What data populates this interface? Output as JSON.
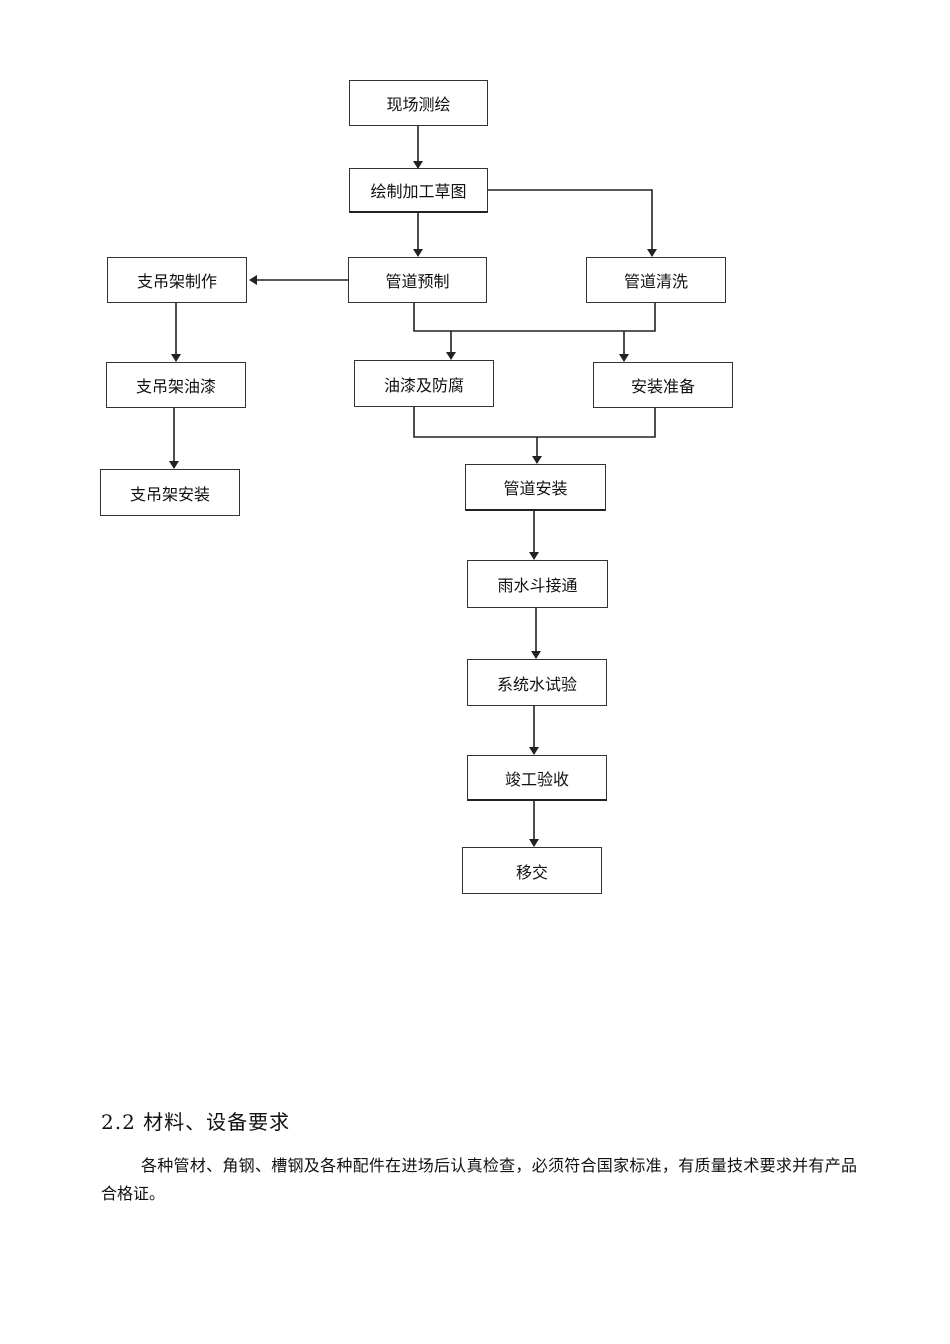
{
  "flowchart": {
    "nodes": {
      "survey": "现场测绘",
      "drafting": "绘制加工草图",
      "pipe_prefab": "管道预制",
      "pipe_clean": "管道清洗",
      "support_make": "支吊架制作",
      "support_paint": "支吊架油漆",
      "support_install": "支吊架安装",
      "paint_anticorrosion": "油漆及防腐",
      "install_prep": "安装准备",
      "pipe_install": "管道安装",
      "rain_hopper": "雨水斗接通",
      "water_test": "系统水试验",
      "acceptance": "竣工验收",
      "handover": "移交"
    }
  },
  "section": {
    "heading": "2.2 材料、设备要求",
    "body": "各种管材、角钢、槽钢及各种配件在进场后认真检查，必须符合国家标准，有质量技术要求并有产品合格证。"
  }
}
